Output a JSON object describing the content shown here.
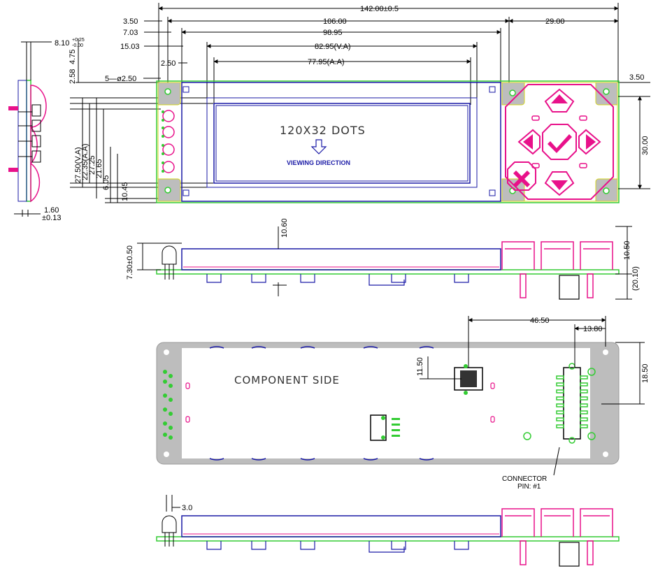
{
  "front_view": {
    "display_text": "120X32 DOTS",
    "viewing_direction": "VIEWING DIRECTION"
  },
  "top_dimensions": {
    "overall": "142.00±0.5",
    "d106": "106.00",
    "d98": "98.95",
    "va_width": "82.95(V.A)",
    "aa_width": "77.95(A.A)",
    "keypad_width": "29.00",
    "left_350": "3.50",
    "left_703": "7.03",
    "left_1503": "15.03",
    "left_250": "2.50",
    "holes": "5—ø2.50",
    "right_350": "3.50"
  },
  "left_dimensions": {
    "d810": "8.10",
    "d810_tol_plus": "+0.25",
    "d810_tol_minus": "-0.00",
    "d475": "4.75",
    "d258": "2.58",
    "va_height": "27.50(V.A)",
    "aa_height": "22.35(A.A)",
    "d2725": "27.25",
    "d2165": "21.65",
    "d605": "6.05",
    "d1045": "10.45",
    "d160": "1.60",
    "d013": "±0.13"
  },
  "right_dimensions": {
    "height30": "30.00"
  },
  "side_view_1": {
    "d1060": "10.60",
    "d730": "7.30±0.50",
    "d1050": "10.50",
    "d2010": "(20.10)"
  },
  "back_view": {
    "label": "COMPONENT SIDE",
    "d4650": "46.50",
    "d1380": "13.80",
    "d1150": "11.50",
    "d1850": "18.50",
    "connector_label": "CONNECTOR",
    "pin_label": "PIN: #1"
  },
  "side_view_2": {
    "d30": "3.0"
  },
  "colors": {
    "outline": "#1a1aa6",
    "pcb": "#33cc33",
    "magenta": "#e8118a",
    "bezel_fill": "#bdbdbd",
    "yellow": "#d8d820"
  }
}
